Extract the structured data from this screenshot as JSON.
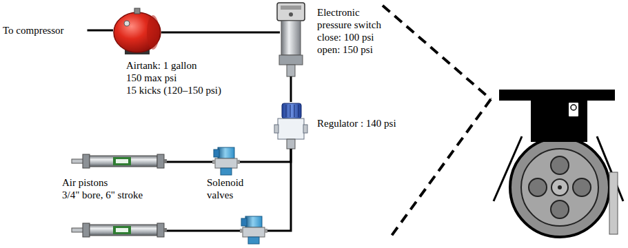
{
  "diagram": {
    "nodes": [
      {
        "text": [
          "To compressor"
        ]
      },
      {
        "text": [
          "Airtank: 1 gallon",
          "150 max psi",
          "15 kicks (120–150 psi)"
        ]
      },
      {
        "text": [
          "Electronic pressure switch",
          "close: 100 psi",
          "open: 150 psi"
        ]
      },
      {
        "text": [
          "Regulator : 140 psi"
        ]
      },
      {
        "text": [
          "Air pistons",
          "3/4\" bore, 6\" stroke"
        ]
      },
      {
        "text": [
          "Solenoid valves"
        ]
      },
      {
        "text": []
      },
      {
        "text": []
      }
    ],
    "edges": [
      {
        "from": 0,
        "to": 1,
        "arrow": "none"
      },
      {
        "from": 1,
        "to": 2,
        "arrow": "none"
      },
      {
        "from": 2,
        "to": 3,
        "arrow": "none"
      },
      {
        "from": 3,
        "to": 5,
        "arrow": "none"
      },
      {
        "from": 3,
        "to": 7,
        "arrow": "none"
      },
      {
        "from": 5,
        "to": 4,
        "arrow": "none"
      },
      {
        "from": 7,
        "to": 6,
        "arrow": "none"
      }
    ]
  }
}
